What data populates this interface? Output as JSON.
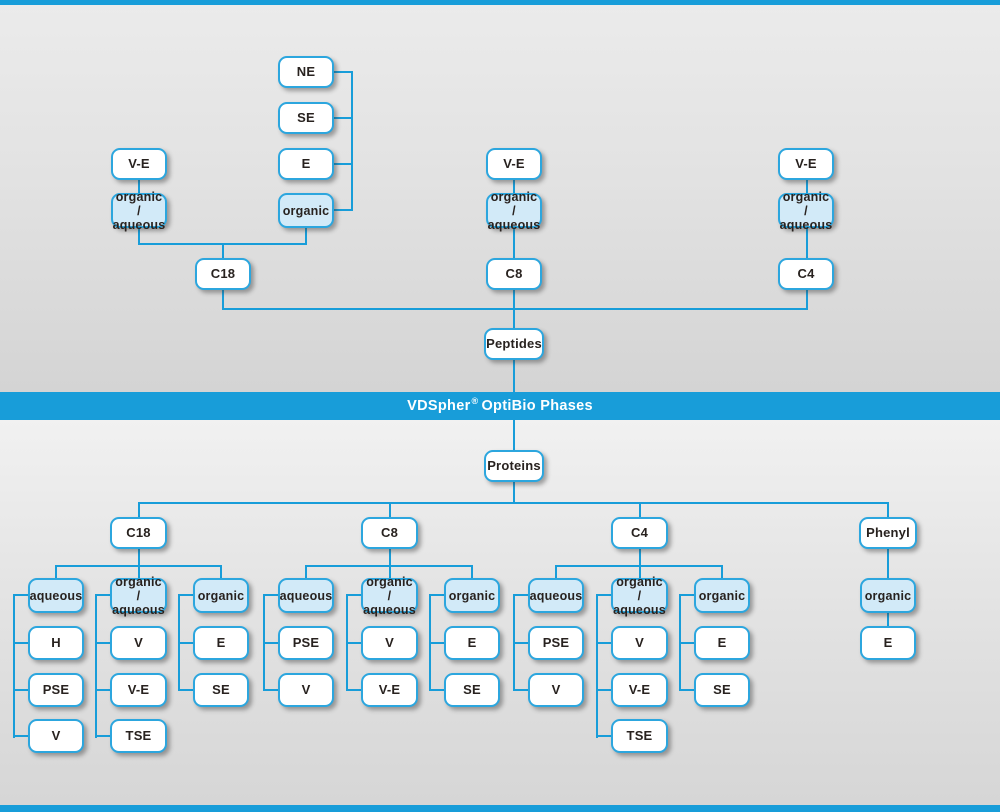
{
  "colors": {
    "accent": "#189dd9",
    "box_border": "#2ca6de",
    "box_fill": "#ffffff",
    "highlight_fill": "#d2eaf8",
    "text": "#28221f",
    "banner_text": "#ffffff"
  },
  "banner": {
    "brand": "VDSpher",
    "reg_mark": "®",
    "suffix": "OptiBio Phases"
  },
  "peptides": {
    "label": "Peptides",
    "c18": {
      "label": "C18",
      "branch_organic_aqueous": {
        "top": "V-E",
        "phase": [
          "organic /",
          "aqueous"
        ]
      },
      "branch_organic": {
        "tops": [
          "NE",
          "SE",
          "E"
        ],
        "phase": "organic"
      }
    },
    "c8": {
      "label": "C8",
      "branch_organic_aqueous": {
        "top": "V-E",
        "phase": [
          "organic /",
          "aqueous"
        ]
      }
    },
    "c4": {
      "label": "C4",
      "branch_organic_aqueous": {
        "top": "V-E",
        "phase": [
          "organic /",
          "aqueous"
        ]
      }
    }
  },
  "proteins": {
    "label": "Proteins",
    "columns": [
      {
        "label": "C18",
        "groups": [
          {
            "header": [
              "aqueous"
            ],
            "children": [
              "H",
              "PSE",
              "V"
            ]
          },
          {
            "header": [
              "organic /",
              "aqueous"
            ],
            "children": [
              "V",
              "V-E",
              "TSE"
            ]
          },
          {
            "header": [
              "organic"
            ],
            "children": [
              "E",
              "SE"
            ]
          }
        ]
      },
      {
        "label": "C8",
        "groups": [
          {
            "header": [
              "aqueous"
            ],
            "children": [
              "PSE",
              "V"
            ]
          },
          {
            "header": [
              "organic /",
              "aqueous"
            ],
            "children": [
              "V",
              "V-E"
            ]
          },
          {
            "header": [
              "organic"
            ],
            "children": [
              "E",
              "SE"
            ]
          }
        ]
      },
      {
        "label": "C4",
        "groups": [
          {
            "header": [
              "aqueous"
            ],
            "children": [
              "PSE",
              "V"
            ]
          },
          {
            "header": [
              "organic /",
              "aqueous"
            ],
            "children": [
              "V",
              "V-E",
              "TSE"
            ]
          },
          {
            "header": [
              "organic"
            ],
            "children": [
              "E",
              "SE"
            ]
          }
        ]
      },
      {
        "label": "Phenyl",
        "groups": [
          {
            "header": [
              "organic"
            ],
            "children": [
              "E"
            ]
          }
        ]
      }
    ]
  }
}
